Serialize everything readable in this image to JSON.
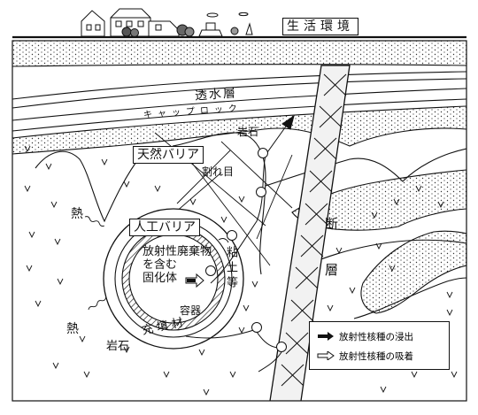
{
  "labels": {
    "living_env": "生活環境",
    "permeable_layer": "透水層",
    "caprock": "キャップロック",
    "natural_barrier": "天然バリア",
    "engineered_barrier": "人工バリア",
    "rock_upper": "岩石",
    "crack": "割れ目",
    "heat_left": "熱",
    "heat_lower": "熱",
    "waste_form": "放射性廃棄物\nを含む\n固化体",
    "container": "容器",
    "buffer_fill": "充 填 材",
    "clay": "粘土等",
    "fault": "断 層",
    "rock_lower": "岩石"
  },
  "legend": {
    "outflow": "放射性核種の浸出",
    "adsorption": "放射性核種の吸着"
  },
  "colors": {
    "ink": "#111111",
    "fault_fill": "#f2f2f2",
    "dot": "#333333"
  }
}
